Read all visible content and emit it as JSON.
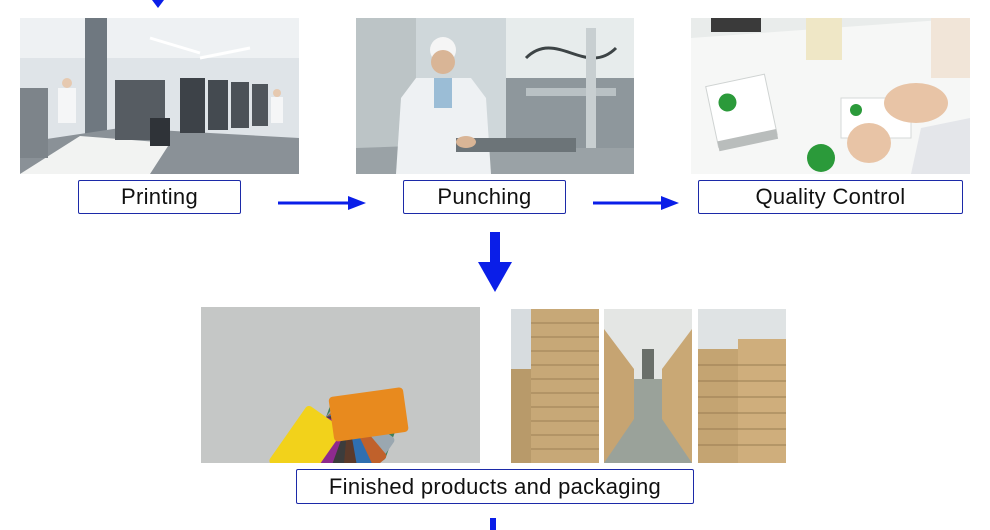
{
  "steps": {
    "printing": {
      "label": "Printing",
      "photo_icon": "printing-press-photo"
    },
    "punching": {
      "label": "Punching",
      "photo_icon": "punching-machine-photo"
    },
    "quality_control": {
      "label": "Quality Control",
      "photo_icon": "inspection-photo"
    },
    "finished": {
      "label": "Finished products and packaging",
      "photo_icons": [
        "card-fan-photo",
        "boxes-stack-photo",
        "warehouse-aisle-photo",
        "boxes-pile-photo"
      ]
    }
  },
  "colors": {
    "arrow": "#0a1ee8",
    "label_border": "#1c2aa8",
    "card_green": "#2b9a3a"
  }
}
